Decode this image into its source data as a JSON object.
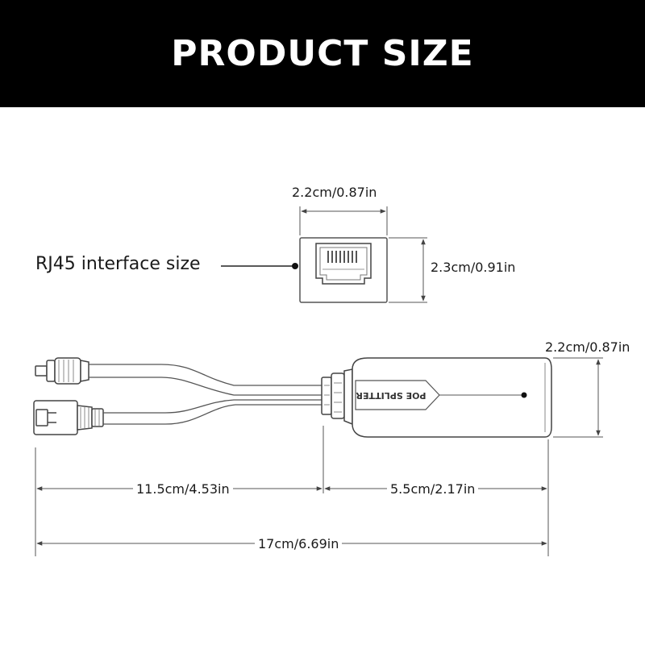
{
  "header": {
    "title": "PRODUCT SIZE"
  },
  "rj45": {
    "callout_label": "RJ45 interface size",
    "width_label": "2.2cm/0.87in",
    "height_label": "2.3cm/0.91in"
  },
  "splitter": {
    "body_text": "POE SPLITTER",
    "height_label": "2.2cm/0.87in",
    "cable_length_label": "11.5cm/4.53in",
    "body_length_label": "5.5cm/2.17in",
    "total_length_label": "17cm/6.69in"
  },
  "colors": {
    "banner": "#000000",
    "banner_text": "#ffffff",
    "line": "#555555",
    "text": "#1a1a1a"
  }
}
